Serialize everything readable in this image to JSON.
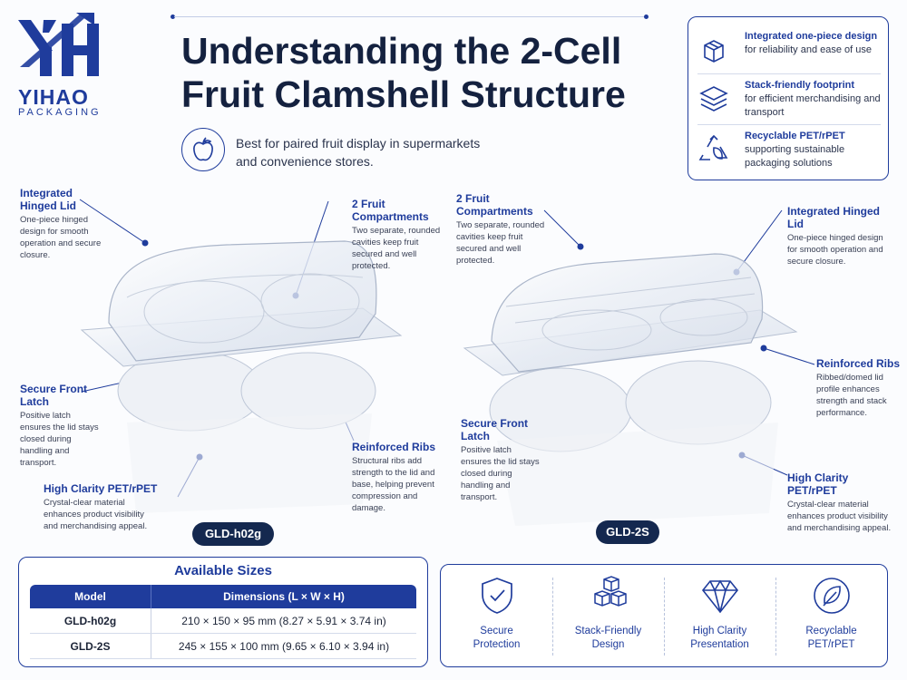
{
  "brand": {
    "name": "YIHAO",
    "subtitle": "PACKAGING"
  },
  "title": {
    "line1": "Understanding the 2-Cell",
    "line2": "Fruit Clamshell Structure"
  },
  "tagline": {
    "line1": "Best for paired fruit display in supermarkets",
    "line2": "and convenience stores.",
    "icon": "apple-icon"
  },
  "features": [
    {
      "icon": "box-icon",
      "title": "Integrated one-piece design",
      "desc": "for reliability and ease of use"
    },
    {
      "icon": "layers-icon",
      "title": "Stack-friendly footprint",
      "desc": "for efficient merchandising and transport"
    },
    {
      "icon": "recycle-icon",
      "title": "Recyclable PET/rPET",
      "desc": "supporting sustainable packaging solutions"
    }
  ],
  "left_product": {
    "model_badge": "GLD-h02g",
    "callouts": {
      "lid": {
        "title": "Integrated Hinged Lid",
        "desc": "One-piece hinged design for smooth operation and secure closure."
      },
      "compartments": {
        "title": "2 Fruit Compartments",
        "desc": "Two separate, rounded cavities keep fruit secured and well protected."
      },
      "latch": {
        "title": "Secure Front Latch",
        "desc": "Positive latch ensures the lid stays closed during handling and transport."
      },
      "ribs": {
        "title": "Reinforced Ribs",
        "desc": "Structural ribs add strength to the lid and base, helping prevent compression and damage."
      },
      "clarity": {
        "title": "High Clarity PET/rPET",
        "desc": "Crystal-clear material enhances product visibility and merchandising appeal."
      }
    }
  },
  "right_product": {
    "model_badge": "GLD-2S",
    "callouts": {
      "compartments": {
        "title": "2 Fruit Compartments",
        "desc": "Two separate, rounded cavities keep fruit secured and well protected."
      },
      "lid": {
        "title": "Integrated Hinged Lid",
        "desc": "One-piece hinged design for smooth operation and secure closure."
      },
      "ribs": {
        "title": "Reinforced Ribs",
        "desc": "Ribbed/domed lid profile enhances strength and stack performance."
      },
      "latch": {
        "title": "Secure Front Latch",
        "desc": "Positive latch ensures the lid stays closed during handling and transport."
      },
      "clarity": {
        "title": "High Clarity PET/rPET",
        "desc": "Crystal-clear material enhances product visibility and merchandising appeal."
      }
    }
  },
  "sizes": {
    "title": "Available Sizes",
    "headers": [
      "Model",
      "Dimensions (L × W × H)"
    ],
    "rows": [
      [
        "GLD-h02g",
        "210 × 150 × 95 mm  (8.27 × 5.91 × 3.74 in)"
      ],
      [
        "GLD-2S",
        "245 × 155 × 100 mm  (9.65 × 6.10 × 3.94 in)"
      ]
    ]
  },
  "benefits": [
    {
      "icon": "shield-check-icon",
      "line1": "Secure",
      "line2": "Protection"
    },
    {
      "icon": "stacked-cubes-icon",
      "line1": "Stack-Friendly",
      "line2": "Design"
    },
    {
      "icon": "diamond-icon",
      "line1": "High Clarity",
      "line2": "Presentation"
    },
    {
      "icon": "leaf-icon",
      "line1": "Recyclable",
      "line2": "PET/rPET"
    }
  ],
  "colors": {
    "brand_blue": "#1f3c9c",
    "navy": "#14284f",
    "title": "#14213f"
  }
}
